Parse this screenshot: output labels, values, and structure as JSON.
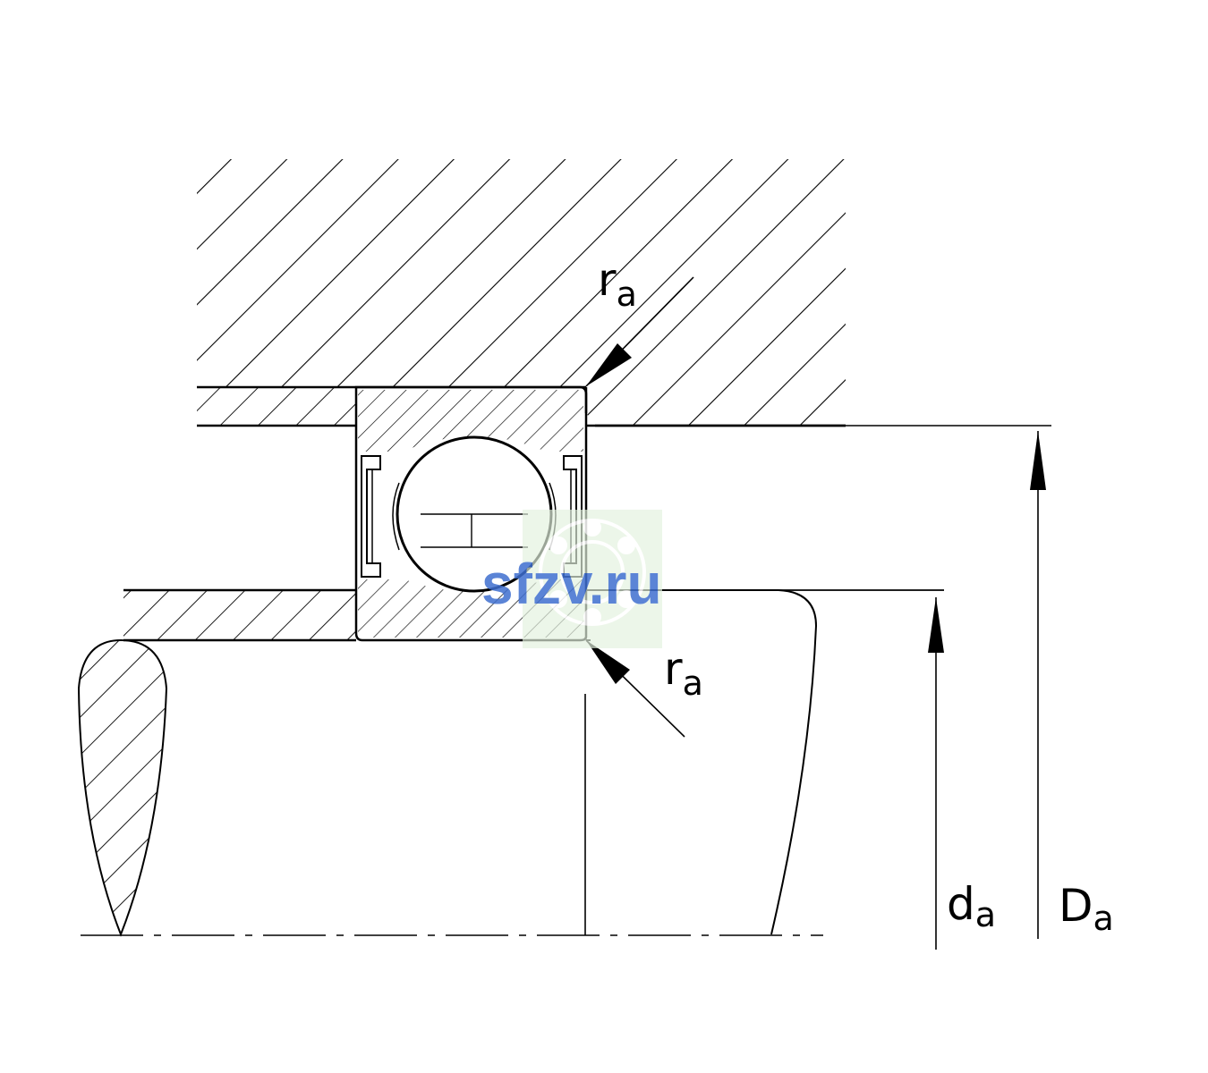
{
  "labels": {
    "ra_top": {
      "main": "r",
      "sub": "a"
    },
    "ra_bottom": {
      "main": "r",
      "sub": "a"
    },
    "da": {
      "main": "d",
      "sub": "a"
    },
    "Da": {
      "main": "D",
      "sub": "a"
    }
  },
  "watermark": {
    "text": "sfzv.ru",
    "color": "#3f6fd0",
    "bg": "#e3f1df"
  },
  "colors": {
    "line": "#000000",
    "background": "#ffffff"
  }
}
